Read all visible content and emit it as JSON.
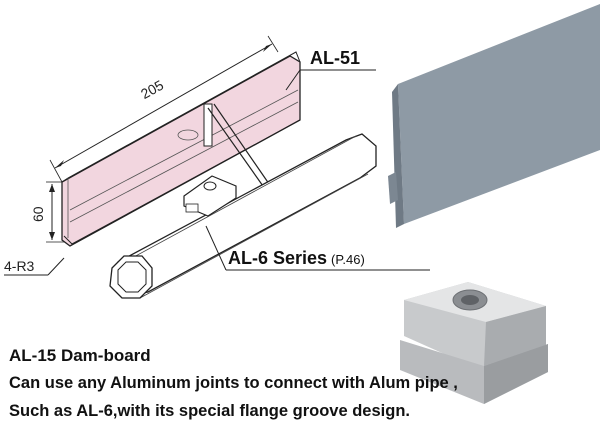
{
  "diagram": {
    "part_label": "AL-51",
    "series_label": "AL-6 Series",
    "series_ref": "(P.46)",
    "dim_length": "205",
    "dim_height": "60",
    "dim_radius": "4-R3"
  },
  "caption": {
    "title": "AL-15 Dam-board",
    "line1": "Can use any Aluminum joints to connect with Alum pipe ,",
    "line2": "Such as AL-6,with its special flange groove design."
  },
  "colors": {
    "board_fill": "#f2d6df",
    "panel_fill": "#8e9aa5",
    "pipe_fill": "#ffffff",
    "joint_fill": "#c8cacc"
  }
}
